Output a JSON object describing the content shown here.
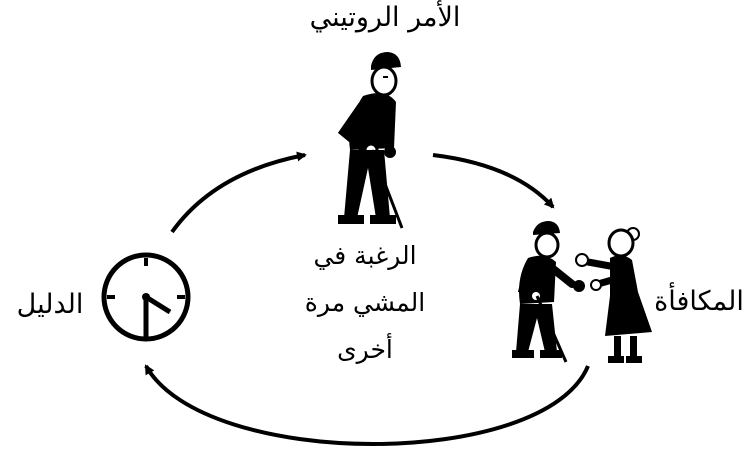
{
  "labels": {
    "routine": "الأمر الروتيني",
    "cue": "الدليل",
    "reward": "المكافأة",
    "craving": "الرغبة في المشي مرة أخرى"
  },
  "icons": {
    "cue": "clock-icon",
    "routine": "elderly-man-with-cane-icon",
    "reward": "elderly-couple-handshake-icon"
  },
  "colors": {
    "ink": "#000000",
    "background": "#ffffff"
  }
}
